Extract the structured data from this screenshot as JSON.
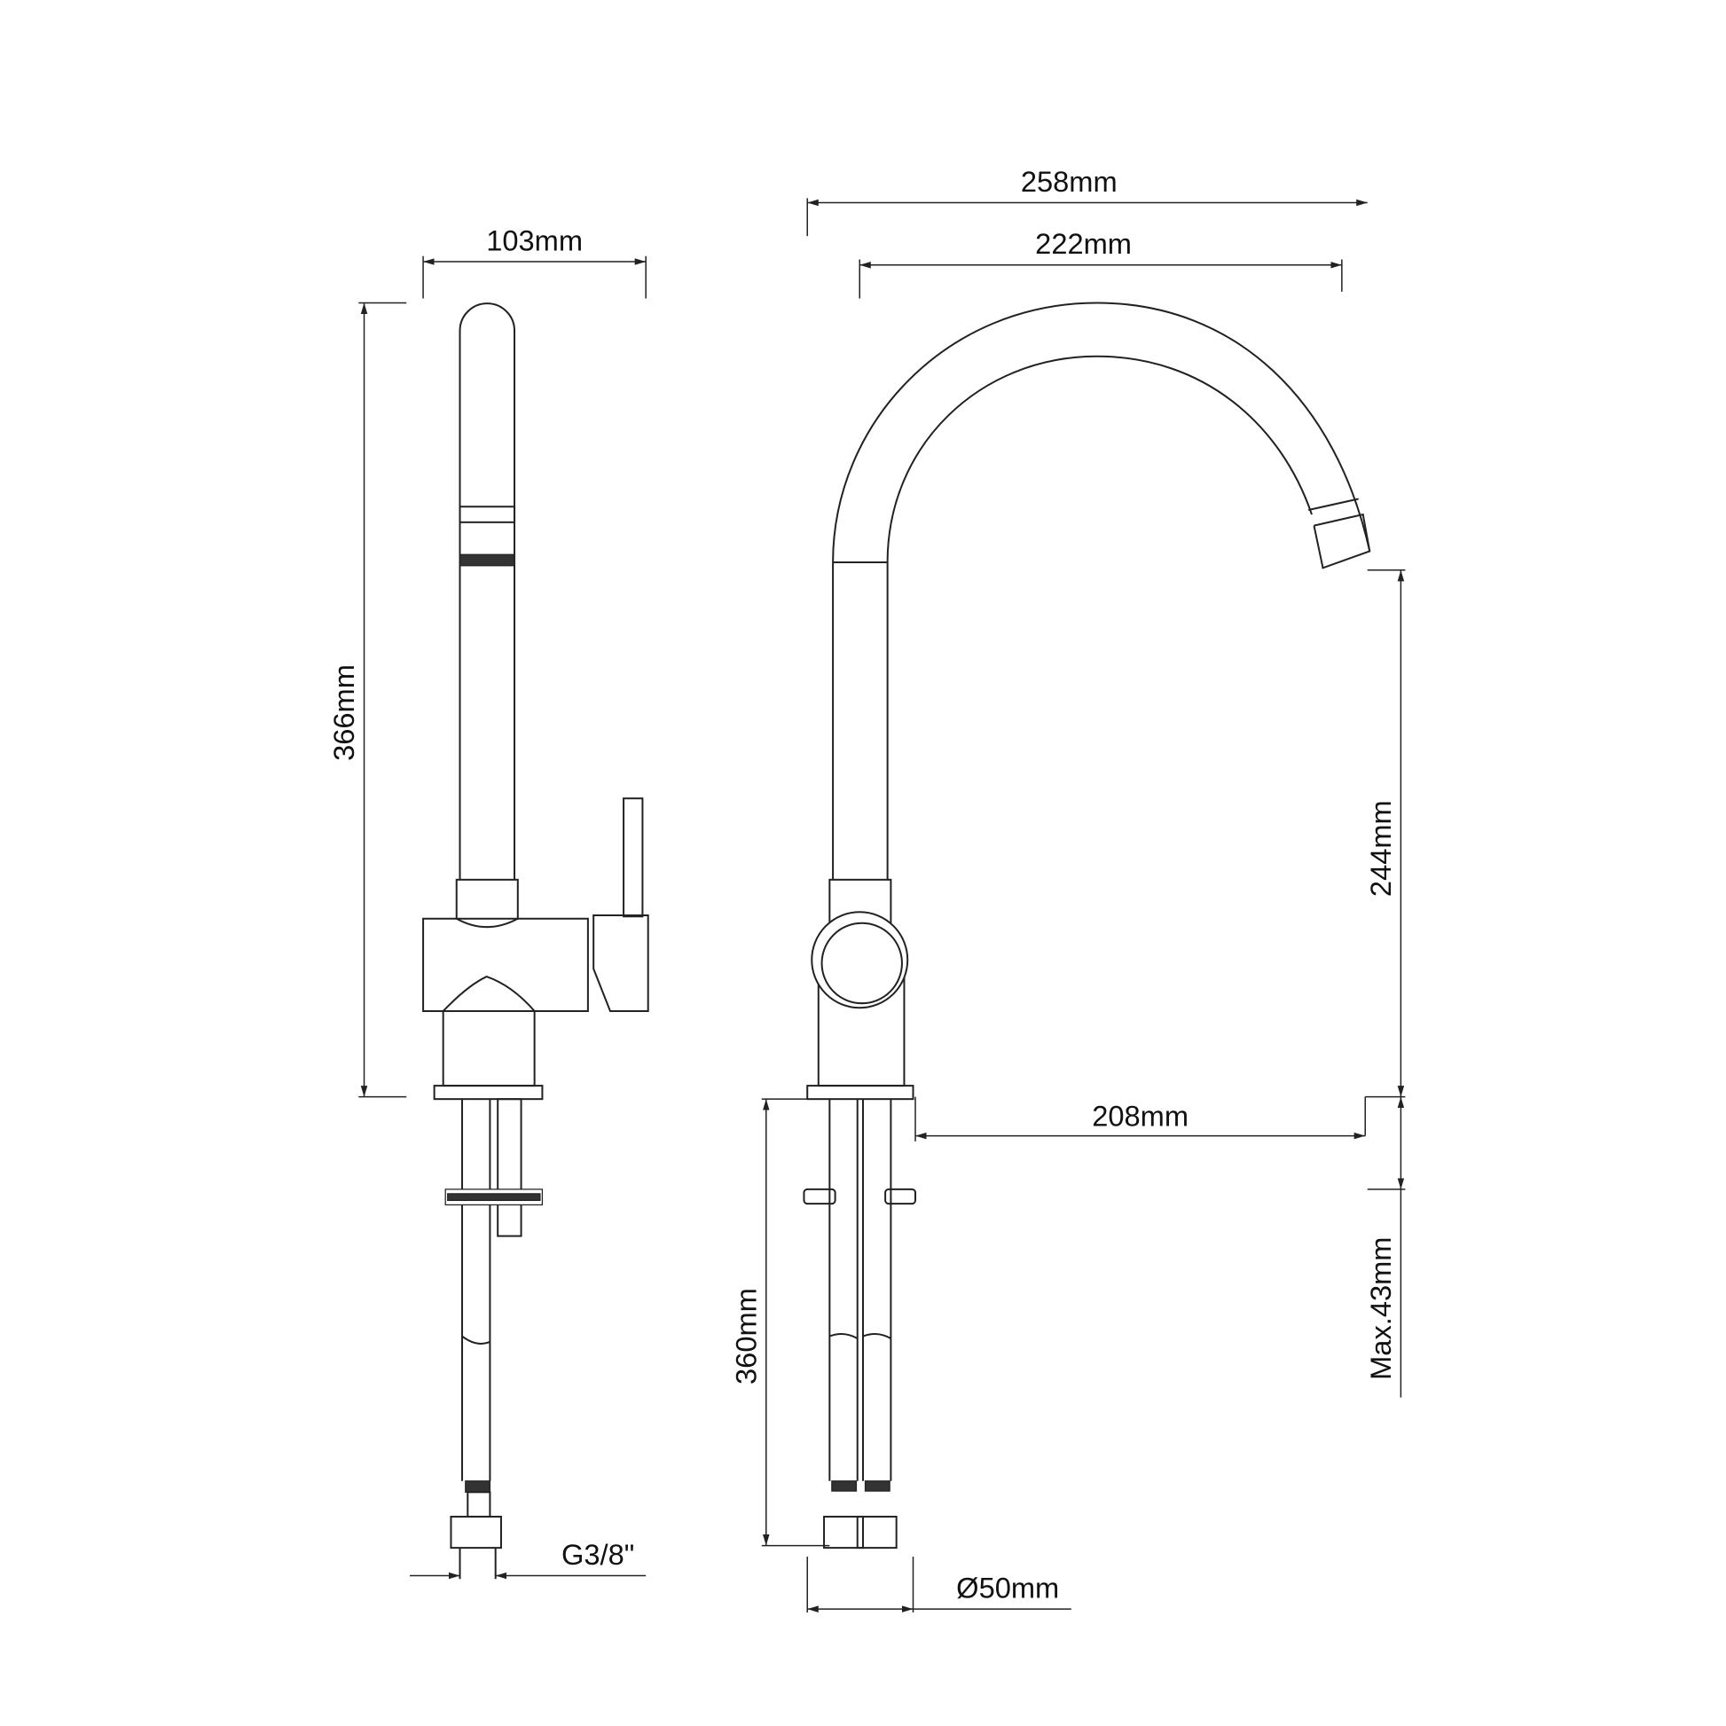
{
  "drawing": {
    "side_view": {
      "width_label": "103mm",
      "height_label": "366mm",
      "thread_label": "G3/8\""
    },
    "front_view": {
      "reach_total_label": "258mm",
      "reach_spout_label": "222mm",
      "spout_height_label": "244mm",
      "outlet_reach_label": "208mm",
      "max_thickness_label": "Max.43mm",
      "hose_length_label": "360mm",
      "base_diameter_label": "Ø50mm"
    },
    "colors": {
      "line": "#222222",
      "background": "#ffffff"
    }
  }
}
